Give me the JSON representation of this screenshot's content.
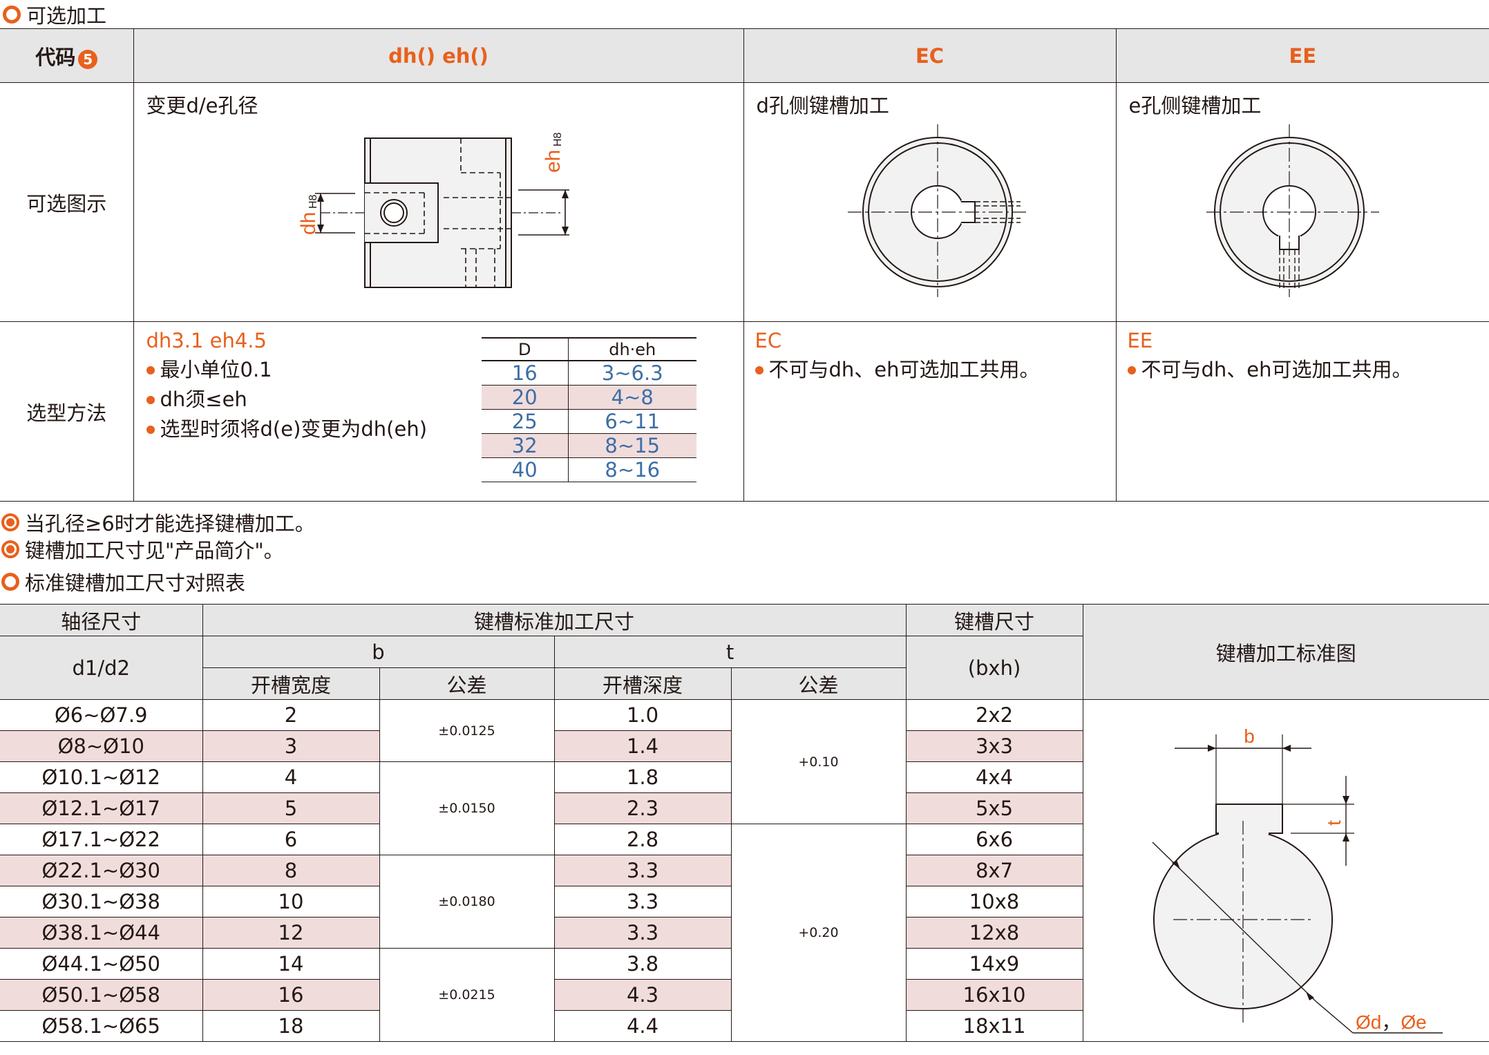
{
  "section_optional": {
    "title": "可选加工"
  },
  "option_table": {
    "code_label": "代码",
    "code_badge": "5",
    "col_dh": "dh()  eh()",
    "col_ec": "EC",
    "col_ee": "EE",
    "row_figure": "可选图示",
    "row_method": "选型方法",
    "dh": {
      "fig_title": "变更d/e孔径",
      "dim_dh": "dh",
      "dim_eh": "eh",
      "dim_sub": "H8",
      "spec": "dh3.1  eh4.5",
      "bullets": [
        "最小单位0.1",
        "dh须≤eh",
        "选型时须将d(e)变更为dh(eh)"
      ],
      "mini_header": [
        "D",
        "dh·eh"
      ],
      "mini_rows": [
        [
          "16",
          "3~6.3"
        ],
        [
          "20",
          "4~8"
        ],
        [
          "25",
          "6~11"
        ],
        [
          "32",
          "8~15"
        ],
        [
          "40",
          "8~16"
        ]
      ]
    },
    "ec": {
      "fig_title": "d孔侧键槽加工",
      "code": "EC",
      "note": "不可与dh、eh可选加工共用。"
    },
    "ee": {
      "fig_title": "e孔侧键槽加工",
      "code": "EE",
      "note": "不可与dh、eh可选加工共用。"
    }
  },
  "notes": [
    "当孔径≥6时才能选择键槽加工。",
    "键槽加工尺寸见\"产品简介\"。"
  ],
  "section_keyway": {
    "title": "标准键槽加工尺寸对照表"
  },
  "key_table": {
    "h_shaft": "轴径尺寸",
    "h_std": "键槽标准加工尺寸",
    "h_keysize": "键槽尺寸",
    "h_fig": "键槽加工标准图",
    "h_d": "d1/d2",
    "h_b": "b",
    "h_t": "t",
    "h_bxh": "(bxh)",
    "h_width": "开槽宽度",
    "h_tol": "公差",
    "h_depth": "开槽深度",
    "h_tol2": "公差",
    "rows": [
      {
        "d": "Ø6~Ø7.9",
        "b": "2",
        "t": "1.0",
        "bxh": "2x2"
      },
      {
        "d": "Ø8~Ø10",
        "b": "3",
        "t": "1.4",
        "bxh": "3x3"
      },
      {
        "d": "Ø10.1~Ø12",
        "b": "4",
        "t": "1.8",
        "bxh": "4x4"
      },
      {
        "d": "Ø12.1~Ø17",
        "b": "5",
        "t": "2.3",
        "bxh": "5x5"
      },
      {
        "d": "Ø17.1~Ø22",
        "b": "6",
        "t": "2.8",
        "bxh": "6x6"
      },
      {
        "d": "Ø22.1~Ø30",
        "b": "8",
        "t": "3.3",
        "bxh": "8x7"
      },
      {
        "d": "Ø30.1~Ø38",
        "b": "10",
        "t": "3.3",
        "bxh": "10x8"
      },
      {
        "d": "Ø38.1~Ø44",
        "b": "12",
        "t": "3.3",
        "bxh": "12x8"
      },
      {
        "d": "Ø44.1~Ø50",
        "b": "14",
        "t": "3.8",
        "bxh": "14x9"
      },
      {
        "d": "Ø50.1~Ø58",
        "b": "16",
        "t": "4.3",
        "bxh": "16x10"
      },
      {
        "d": "Ø58.1~Ø65",
        "b": "18",
        "t": "4.4",
        "bxh": "18x11"
      }
    ],
    "b_tols": [
      "±0.0125",
      "±0.0150",
      "±0.0180",
      "±0.0215"
    ],
    "t_tols": [
      "+0.10",
      "+0.20"
    ],
    "fig": {
      "b": "b",
      "t": "t",
      "d": "Ød",
      "sep": "，",
      "e": "Øe"
    }
  },
  "colors": {
    "accent": "#e8601c",
    "blue": "#3c6ea5",
    "pink": "#f1dcdc",
    "header": "#e6e6e6"
  }
}
